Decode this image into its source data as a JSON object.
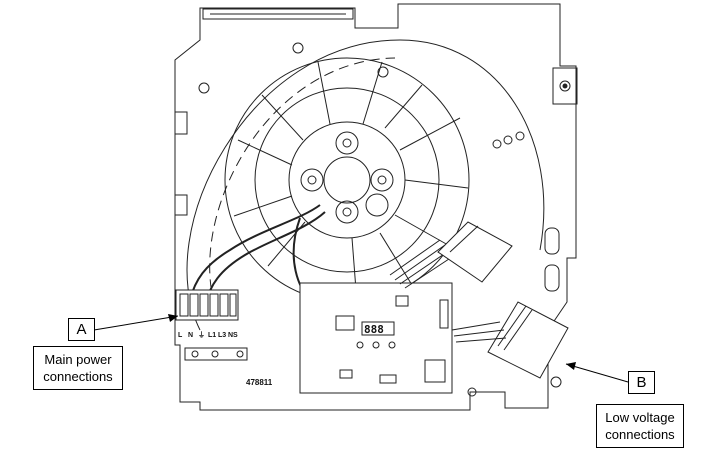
{
  "callouts": {
    "a": {
      "letter": "A",
      "caption_line1": "Main power",
      "caption_line2": "connections"
    },
    "b": {
      "letter": "B",
      "caption_line1": "Low voltage",
      "caption_line2": "connections"
    }
  },
  "terminal_labels": [
    "L",
    "N",
    "⏚",
    "L1",
    "L3",
    "NS"
  ],
  "part_number": "478811",
  "display_digits": "888"
}
